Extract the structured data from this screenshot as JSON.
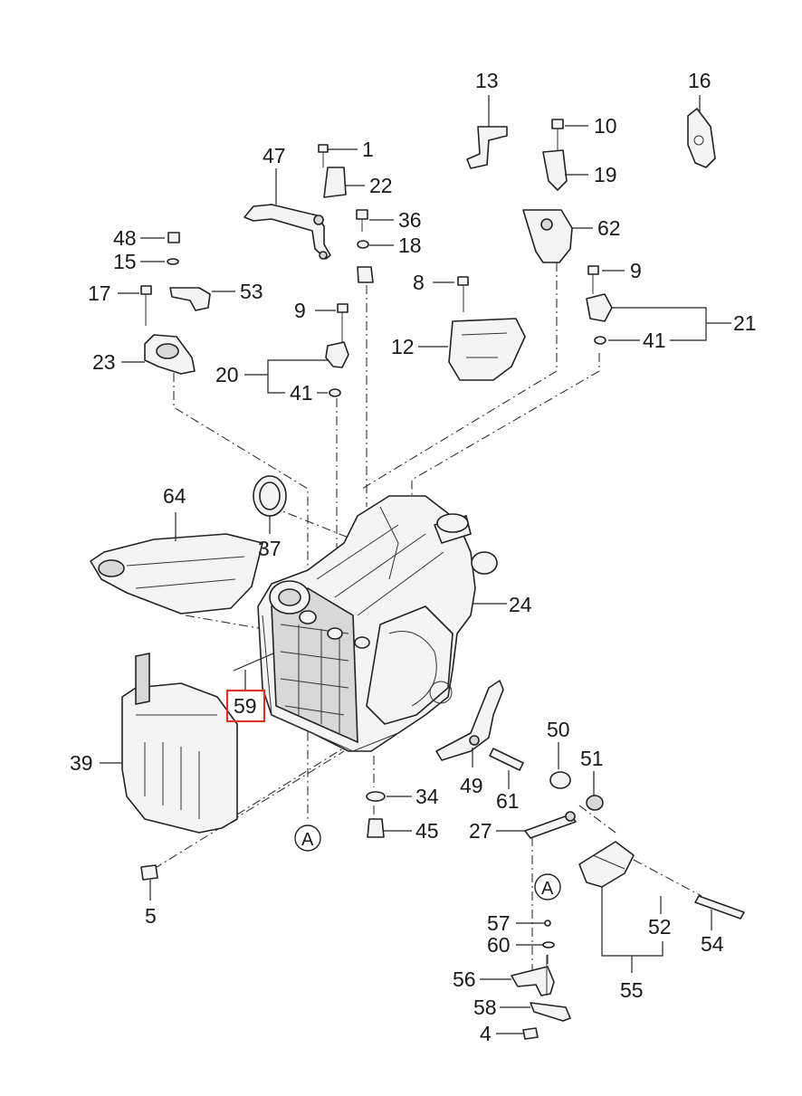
{
  "diagram": {
    "highlighted_part": "59",
    "highlight_color": "#d9342b",
    "reference_markers": [
      "A",
      "A"
    ],
    "callouts": [
      "13",
      "16",
      "10",
      "1",
      "47",
      "22",
      "19",
      "36",
      "62",
      "48",
      "18",
      "15",
      "17",
      "53",
      "8",
      "9",
      "9",
      "21",
      "41",
      "12",
      "23",
      "20",
      "41",
      "64",
      "37",
      "24",
      "59",
      "39",
      "49",
      "50",
      "51",
      "34",
      "61",
      "45",
      "27",
      "5",
      "57",
      "52",
      "54",
      "60",
      "55",
      "56",
      "58",
      "4"
    ]
  }
}
